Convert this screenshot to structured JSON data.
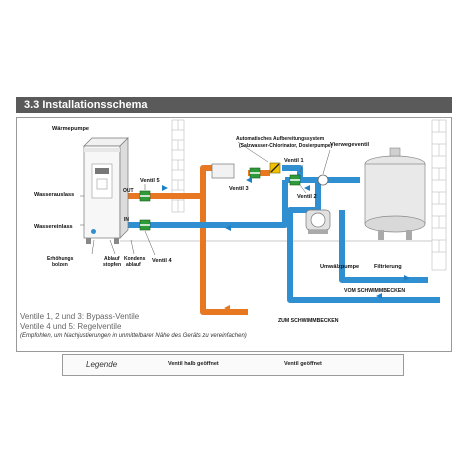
{
  "header": {
    "title": "3.3 Installationsschema"
  },
  "labels": {
    "waermepumpe": "Wärmepumpe",
    "wasserauslass": "Wasserauslass",
    "wassereinlass": "Wassereinlass",
    "erhoehungsbolzen_1": "Erhöhungs",
    "erhoehungsbolzen_2": "bolzen",
    "ablauf_1": "Ablauf",
    "ablauf_2": "stopfen",
    "kondens_1": "Kondens",
    "kondens_2": "ablauf",
    "out": "OUT",
    "in": "IN",
    "ventil5": "Ventil 5",
    "ventil4": "Ventil 4",
    "ventil3": "Ventil 3",
    "ventil1": "Ventil 1",
    "ventil2": "Ventil 2",
    "auto_1": "Automatisches Aufbereitungssystem",
    "auto_2": "(Salzwasser-Chlorinator, Dosierpumpe)",
    "vierwegeventil": "Vierwegeventil",
    "umwaelzpumpe": "Umwälzpumpe",
    "filtrierung": "Filtrierung",
    "vom_schwimmbecken": "VOM SCHWIMMBECKEN",
    "zum_schwimmbecken": "ZUM SCHWIMMBECKEN"
  },
  "notes": {
    "line1": "Ventile 1, 2 und 3: Bypass-Ventile",
    "line2": "Ventile 4 und 5: Regelventile",
    "line3": "(Empfohlen, um Nachjustierungen in unmittelbarer Nähe des Geräts zu vereinfachen)"
  },
  "legend": {
    "title": "Legende",
    "half_open": "Ventil halb geöffnet",
    "open": "Ventil geöffnet"
  },
  "colors": {
    "hot_pipe": "#e87722",
    "cold_pipe": "#2f8fd0",
    "header_bg": "#5a5a5a",
    "valve_green": "#2e9b3a",
    "valve_yellow": "#f2c200",
    "arrow_blue": "#1f7fc4"
  }
}
